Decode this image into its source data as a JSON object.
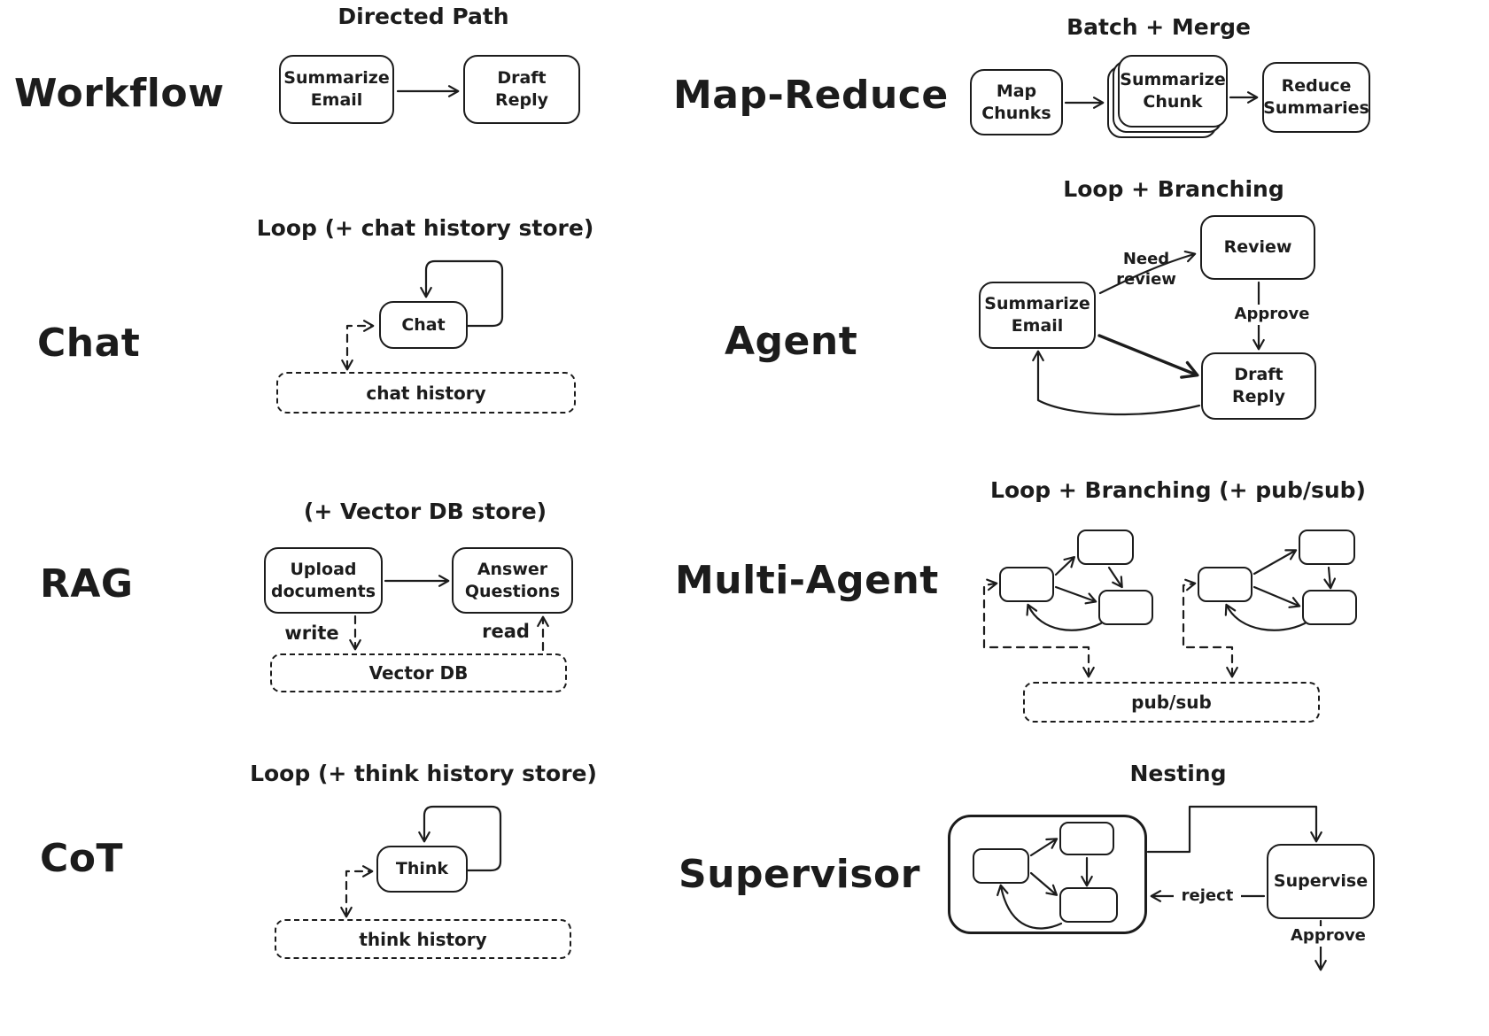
{
  "workflow": {
    "label": "Workflow",
    "subtitle": "Directed Path",
    "node_summarize": "Summarize\nEmail",
    "node_draft": "Draft\nReply"
  },
  "map_reduce": {
    "label": "Map-Reduce",
    "subtitle": "Batch + Merge",
    "node_map": "Map\nChunks",
    "node_summarize": "Summarize\nChunk",
    "node_reduce": "Reduce\nSummaries"
  },
  "chat": {
    "label": "Chat",
    "subtitle": "Loop (+ chat history store)",
    "node_chat": "Chat",
    "store": "chat history"
  },
  "agent": {
    "label": "Agent",
    "subtitle": "Loop + Branching",
    "node_summarize": "Summarize\nEmail",
    "node_review": "Review",
    "node_draft": "Draft\nReply",
    "edge_need_review": "Need review",
    "edge_approve": "Approve"
  },
  "rag": {
    "label": "RAG",
    "subtitle": "(+ Vector DB store)",
    "node_upload": "Upload\ndocuments",
    "node_answer": "Answer\nQuestions",
    "edge_write": "write",
    "edge_read": "read",
    "store": "Vector DB"
  },
  "multi_agent": {
    "label": "Multi-Agent",
    "subtitle": "Loop + Branching (+ pub/sub)",
    "store": "pub/sub"
  },
  "cot": {
    "label": "CoT",
    "subtitle": "Loop (+ think history store)",
    "node_think": "Think",
    "store": "think history"
  },
  "supervisor": {
    "label": "Supervisor",
    "subtitle": "Nesting",
    "node_supervise": "Supervise",
    "edge_reject": "reject",
    "edge_approve": "Approve"
  },
  "colors": {
    "ink": "#1c1c1c",
    "background": "#ffffff"
  }
}
